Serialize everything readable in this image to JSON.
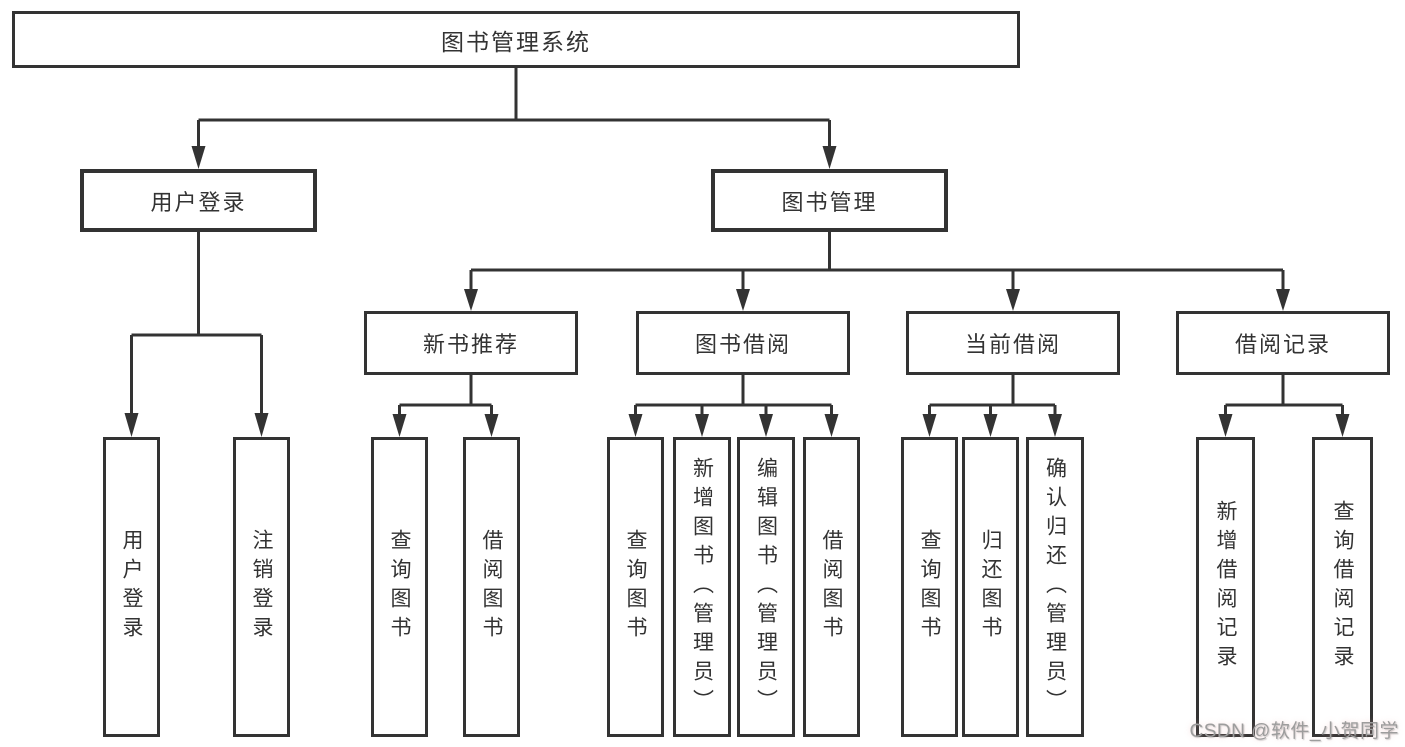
{
  "diagram": {
    "tree": {
      "label": "图书管理系统",
      "children": [
        {
          "label": "用户登录",
          "children": [
            {
              "label": "用户登录"
            },
            {
              "label": "注销登录"
            }
          ]
        },
        {
          "label": "图书管理",
          "children": [
            {
              "label": "新书推荐",
              "children": [
                {
                  "label": "查询图书"
                },
                {
                  "label": "借阅图书"
                }
              ]
            },
            {
              "label": "图书借阅",
              "children": [
                {
                  "label": "查询图书"
                },
                {
                  "label": "新增图书（管理员）"
                },
                {
                  "label": "编辑图书（管理员）"
                },
                {
                  "label": "借阅图书"
                }
              ]
            },
            {
              "label": "当前借阅",
              "children": [
                {
                  "label": "查询图书"
                },
                {
                  "label": "归还图书"
                },
                {
                  "label": "确认归还（管理员）"
                }
              ]
            },
            {
              "label": "借阅记录",
              "children": [
                {
                  "label": "新增借阅记录"
                },
                {
                  "label": "查询借阅记录"
                }
              ]
            }
          ]
        }
      ]
    },
    "colors": {
      "line": "#333333",
      "box_fill": "#ffffff",
      "text": "#333333",
      "watermark_text": "#9d9d9d"
    },
    "watermark": {
      "text": "CSDN @软件_小贺同学"
    }
  }
}
